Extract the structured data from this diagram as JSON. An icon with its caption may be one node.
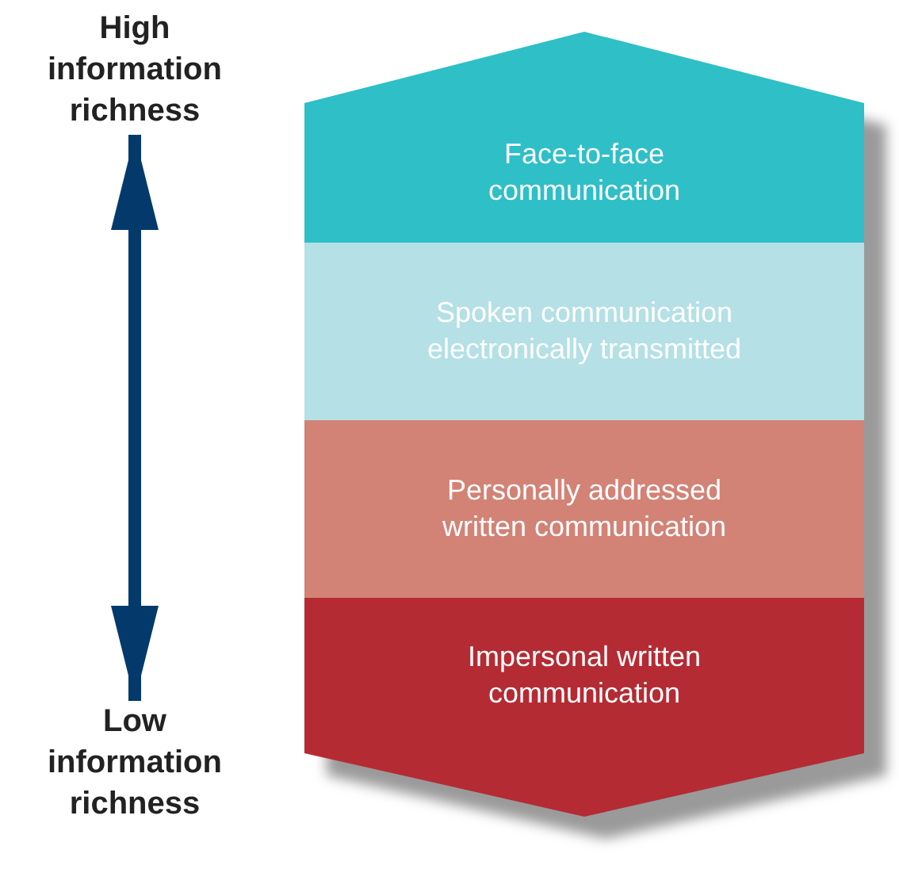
{
  "diagram": {
    "nodes": [
      {
        "text": [
          "High information richness"
        ]
      },
      {
        "text": [
          "Low information richness"
        ]
      },
      {
        "text": [
          "Face-to-face communication"
        ]
      },
      {
        "text": [
          "Spoken communication electronically transmitted"
        ]
      },
      {
        "text": [
          "Personally addressed written communication"
        ]
      },
      {
        "text": [
          "Impersonal written communication"
        ]
      }
    ],
    "edges": [
      {
        "from": 0,
        "to": 1,
        "arrow": "both",
        "color": "#033a6b"
      }
    ]
  }
}
